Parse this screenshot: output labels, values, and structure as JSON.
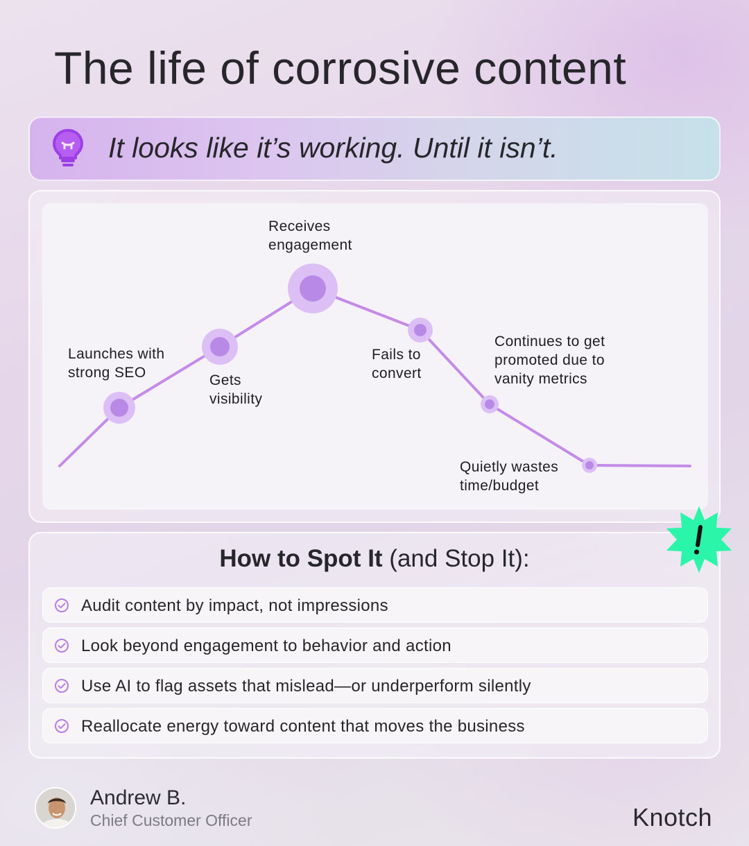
{
  "header": {
    "title": "The life of corrosive content",
    "tagline": "It looks like it’s working. Until it isn’t.",
    "tagline_icon": "lightbulb-icon"
  },
  "lifecycle": {
    "stages": [
      {
        "line1": "Launches with",
        "line2": "strong SEO"
      },
      {
        "line1": "Gets",
        "line2": "visibility"
      },
      {
        "line1": "Receives",
        "line2": "engagement"
      },
      {
        "line1": "Fails to",
        "line2": "convert"
      },
      {
        "line1": "Continues to get",
        "line2": "promoted due to",
        "line3": "vanity metrics"
      },
      {
        "line1": "Quietly wastes",
        "line2": "time/budget"
      }
    ],
    "line_color": "#c48ce8",
    "node_color": "#b88ae6"
  },
  "tips": {
    "heading_bold": "How to Spot It",
    "heading_rest": " (and Stop It):",
    "items": [
      {
        "text": "Audit content by impact, not impressions"
      },
      {
        "text": "Look beyond engagement to behavior and action"
      },
      {
        "text": "Use AI to flag assets that mislead—or underperform silently"
      },
      {
        "text": "Reallocate energy toward content that moves the business"
      }
    ],
    "check_icon": "check-circle-icon",
    "alert_icon": "exclamation-burst-icon",
    "alert_color": "#2af5a8"
  },
  "author": {
    "name": "Andrew B.",
    "role": "Chief Customer Officer"
  },
  "brand": {
    "name": "Knotch"
  }
}
